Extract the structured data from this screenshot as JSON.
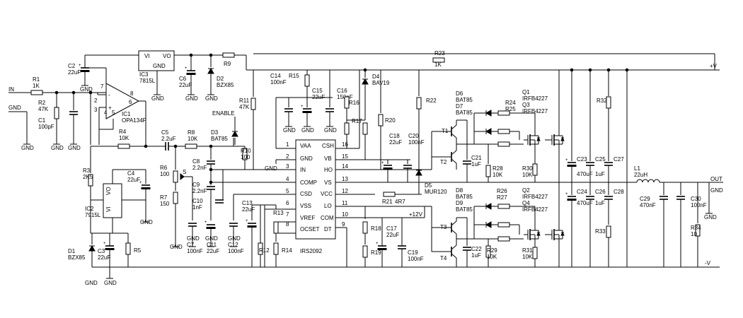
{
  "rails": {
    "pos": "+V",
    "neg": "-V",
    "in": "IN",
    "out": "OUT",
    "gnd": "GND",
    "enable": "ENABLE",
    "plus12": "+12V"
  },
  "resistors": {
    "r1": {
      "ref": "R1",
      "val": "1K"
    },
    "r2": {
      "ref": "R2",
      "val": "47K"
    },
    "r3": {
      "ref": "R3",
      "val": "2K5"
    },
    "r4": {
      "ref": "R4",
      "val": "10K"
    },
    "r5": {
      "ref": "R5",
      "val": ""
    },
    "r6": {
      "ref": "R6",
      "val": "100"
    },
    "r7": {
      "ref": "R7",
      "val": "150"
    },
    "r8": {
      "ref": "R8",
      "val": "10K"
    },
    "r9": {
      "ref": "R9",
      "val": ""
    },
    "r10": {
      "ref": "R10",
      "val": "100"
    },
    "r11": {
      "ref": "R11",
      "val": "47K"
    },
    "r12": {
      "ref": "R12",
      "val": ""
    },
    "r13": {
      "ref": "R13",
      "val": ""
    },
    "r14": {
      "ref": "R14",
      "val": ""
    },
    "r15": {
      "ref": "R15",
      "val": ""
    },
    "r16": {
      "ref": "R16",
      "val": ""
    },
    "r17": {
      "ref": "R17",
      "val": ""
    },
    "r18": {
      "ref": "R18",
      "val": ""
    },
    "r19": {
      "ref": "R19",
      "val": ""
    },
    "r20": {
      "ref": "R20",
      "val": ""
    },
    "r21": {
      "ref": "R21",
      "val": "4R7"
    },
    "r22": {
      "ref": "R22",
      "val": ""
    },
    "r23": {
      "ref": "R23",
      "val": "1K"
    },
    "r24": {
      "ref": "R24",
      "val": ""
    },
    "r25": {
      "ref": "R25",
      "val": ""
    },
    "r26": {
      "ref": "R26",
      "val": ""
    },
    "r27": {
      "ref": "R27",
      "val": ""
    },
    "r28": {
      "ref": "R28",
      "val": "10K"
    },
    "r29": {
      "ref": "R29",
      "val": "10K"
    },
    "r30": {
      "ref": "R30",
      "val": "10K"
    },
    "r31": {
      "ref": "R31",
      "val": "10K"
    },
    "r32": {
      "ref": "R32",
      "val": ""
    },
    "r33": {
      "ref": "R33",
      "val": ""
    },
    "r34": {
      "ref": "R34",
      "val": "10"
    }
  },
  "capacitors": {
    "c1": {
      "ref": "C1",
      "val": "100pF"
    },
    "c2": {
      "ref": "C2",
      "val": "22uF"
    },
    "c3": {
      "ref": "C3",
      "val": "22uF"
    },
    "c4": {
      "ref": "C4",
      "val": "22uF"
    },
    "c5": {
      "ref": "C5",
      "val": "2.2uF"
    },
    "c6": {
      "ref": "C6",
      "val": "22uF"
    },
    "c7": {
      "ref": "C7",
      "val": "100nF"
    },
    "c8": {
      "ref": "C8",
      "val": "2.2nF"
    },
    "c9": {
      "ref": "C9",
      "val": "2.2nF"
    },
    "c10": {
      "ref": "C10",
      "val": "1nF"
    },
    "c11": {
      "ref": "C11",
      "val": "22uF"
    },
    "c12": {
      "ref": "C12",
      "val": "100nF"
    },
    "c13": {
      "ref": "C13",
      "val": "22uF"
    },
    "c14": {
      "ref": "C14",
      "val": "100nF"
    },
    "c15": {
      "ref": "C15",
      "val": "22uF"
    },
    "c16": {
      "ref": "C16",
      "val": "150pF"
    },
    "c17": {
      "ref": "C17",
      "val": "22uF"
    },
    "c18": {
      "ref": "C18",
      "val": "22uF"
    },
    "c19": {
      "ref": "C19",
      "val": "100nF"
    },
    "c20": {
      "ref": "C20",
      "val": "100nF"
    },
    "c21": {
      "ref": "C21",
      "val": "1uF"
    },
    "c22": {
      "ref": "C22",
      "val": "1uF"
    },
    "c23": {
      "ref": "C23",
      "val": "470uF"
    },
    "c24": {
      "ref": "C24",
      "val": "470uF"
    },
    "c25": {
      "ref": "C25",
      "val": "1uF"
    },
    "c26": {
      "ref": "C26",
      "val": "1uF"
    },
    "c27": {
      "ref": "C27",
      "val": ""
    },
    "c28": {
      "ref": "C28",
      "val": ""
    },
    "c29": {
      "ref": "C29",
      "val": "470nF"
    },
    "c30": {
      "ref": "C30",
      "val": "100nF"
    }
  },
  "semis": {
    "ic1": {
      "ref": "IC1",
      "val": "OPA134P"
    },
    "ic2": {
      "ref": "IC2",
      "val": "7915L"
    },
    "ic3": {
      "ref": "IC3",
      "val": "7815L"
    },
    "d1": {
      "ref": "D1",
      "val": "BZX85"
    },
    "d2": {
      "ref": "D2",
      "val": "BZX85"
    },
    "d3": {
      "ref": "D3",
      "val": "BAT85"
    },
    "d4": {
      "ref": "D4",
      "val": "BAV19"
    },
    "d5": {
      "ref": "D5",
      "val": "MUR120"
    },
    "d6": {
      "ref": "D6",
      "val": "BAT85"
    },
    "d7": {
      "ref": "D7",
      "val": "BAT85"
    },
    "d8": {
      "ref": "D8",
      "val": "BAT85"
    },
    "d9": {
      "ref": "D9",
      "val": "BAT85"
    },
    "q1": {
      "ref": "Q1",
      "val": "IRFB4227"
    },
    "q2": {
      "ref": "Q2",
      "val": "IRFB4227"
    },
    "q3": {
      "ref": "Q3",
      "val": "IRFB4227"
    },
    "q4": {
      "ref": "Q4",
      "val": "IRFB4227"
    },
    "t1": {
      "ref": "T1"
    },
    "t2": {
      "ref": "T2"
    },
    "t3": {
      "ref": "T3"
    },
    "t4": {
      "ref": "T4"
    },
    "l1": {
      "ref": "L1",
      "val": "22uH"
    },
    "r6wiper": "S"
  },
  "reg": {
    "vi": "VI",
    "vo": "VO",
    "gnd": "GND"
  },
  "opamp": {
    "minus": "-",
    "plus": "+",
    "p8": "8",
    "p6": "6",
    "p5": "5",
    "p4": "4",
    "p7": "7",
    "p2": "2",
    "p3": "3"
  },
  "driver": {
    "name": "IRS2092",
    "left": [
      {
        "name": "VAA",
        "pin": "1"
      },
      {
        "name": "GND",
        "pin": "2"
      },
      {
        "name": "IN",
        "pin": "3"
      },
      {
        "name": "COMP",
        "pin": "4"
      },
      {
        "name": "CSD",
        "pin": "5"
      },
      {
        "name": "VSS",
        "pin": "6"
      },
      {
        "name": "VREF",
        "pin": "7"
      },
      {
        "name": "OCSET",
        "pin": "8"
      }
    ],
    "right": [
      {
        "name": "CSH",
        "pin": "16"
      },
      {
        "name": "VB",
        "pin": "15"
      },
      {
        "name": "HO",
        "pin": "14"
      },
      {
        "name": "VS",
        "pin": "13"
      },
      {
        "name": "VCC",
        "pin": "12"
      },
      {
        "name": "LO",
        "pin": "11"
      },
      {
        "name": "COM",
        "pin": "10"
      },
      {
        "name": "DT",
        "pin": "9"
      }
    ]
  }
}
